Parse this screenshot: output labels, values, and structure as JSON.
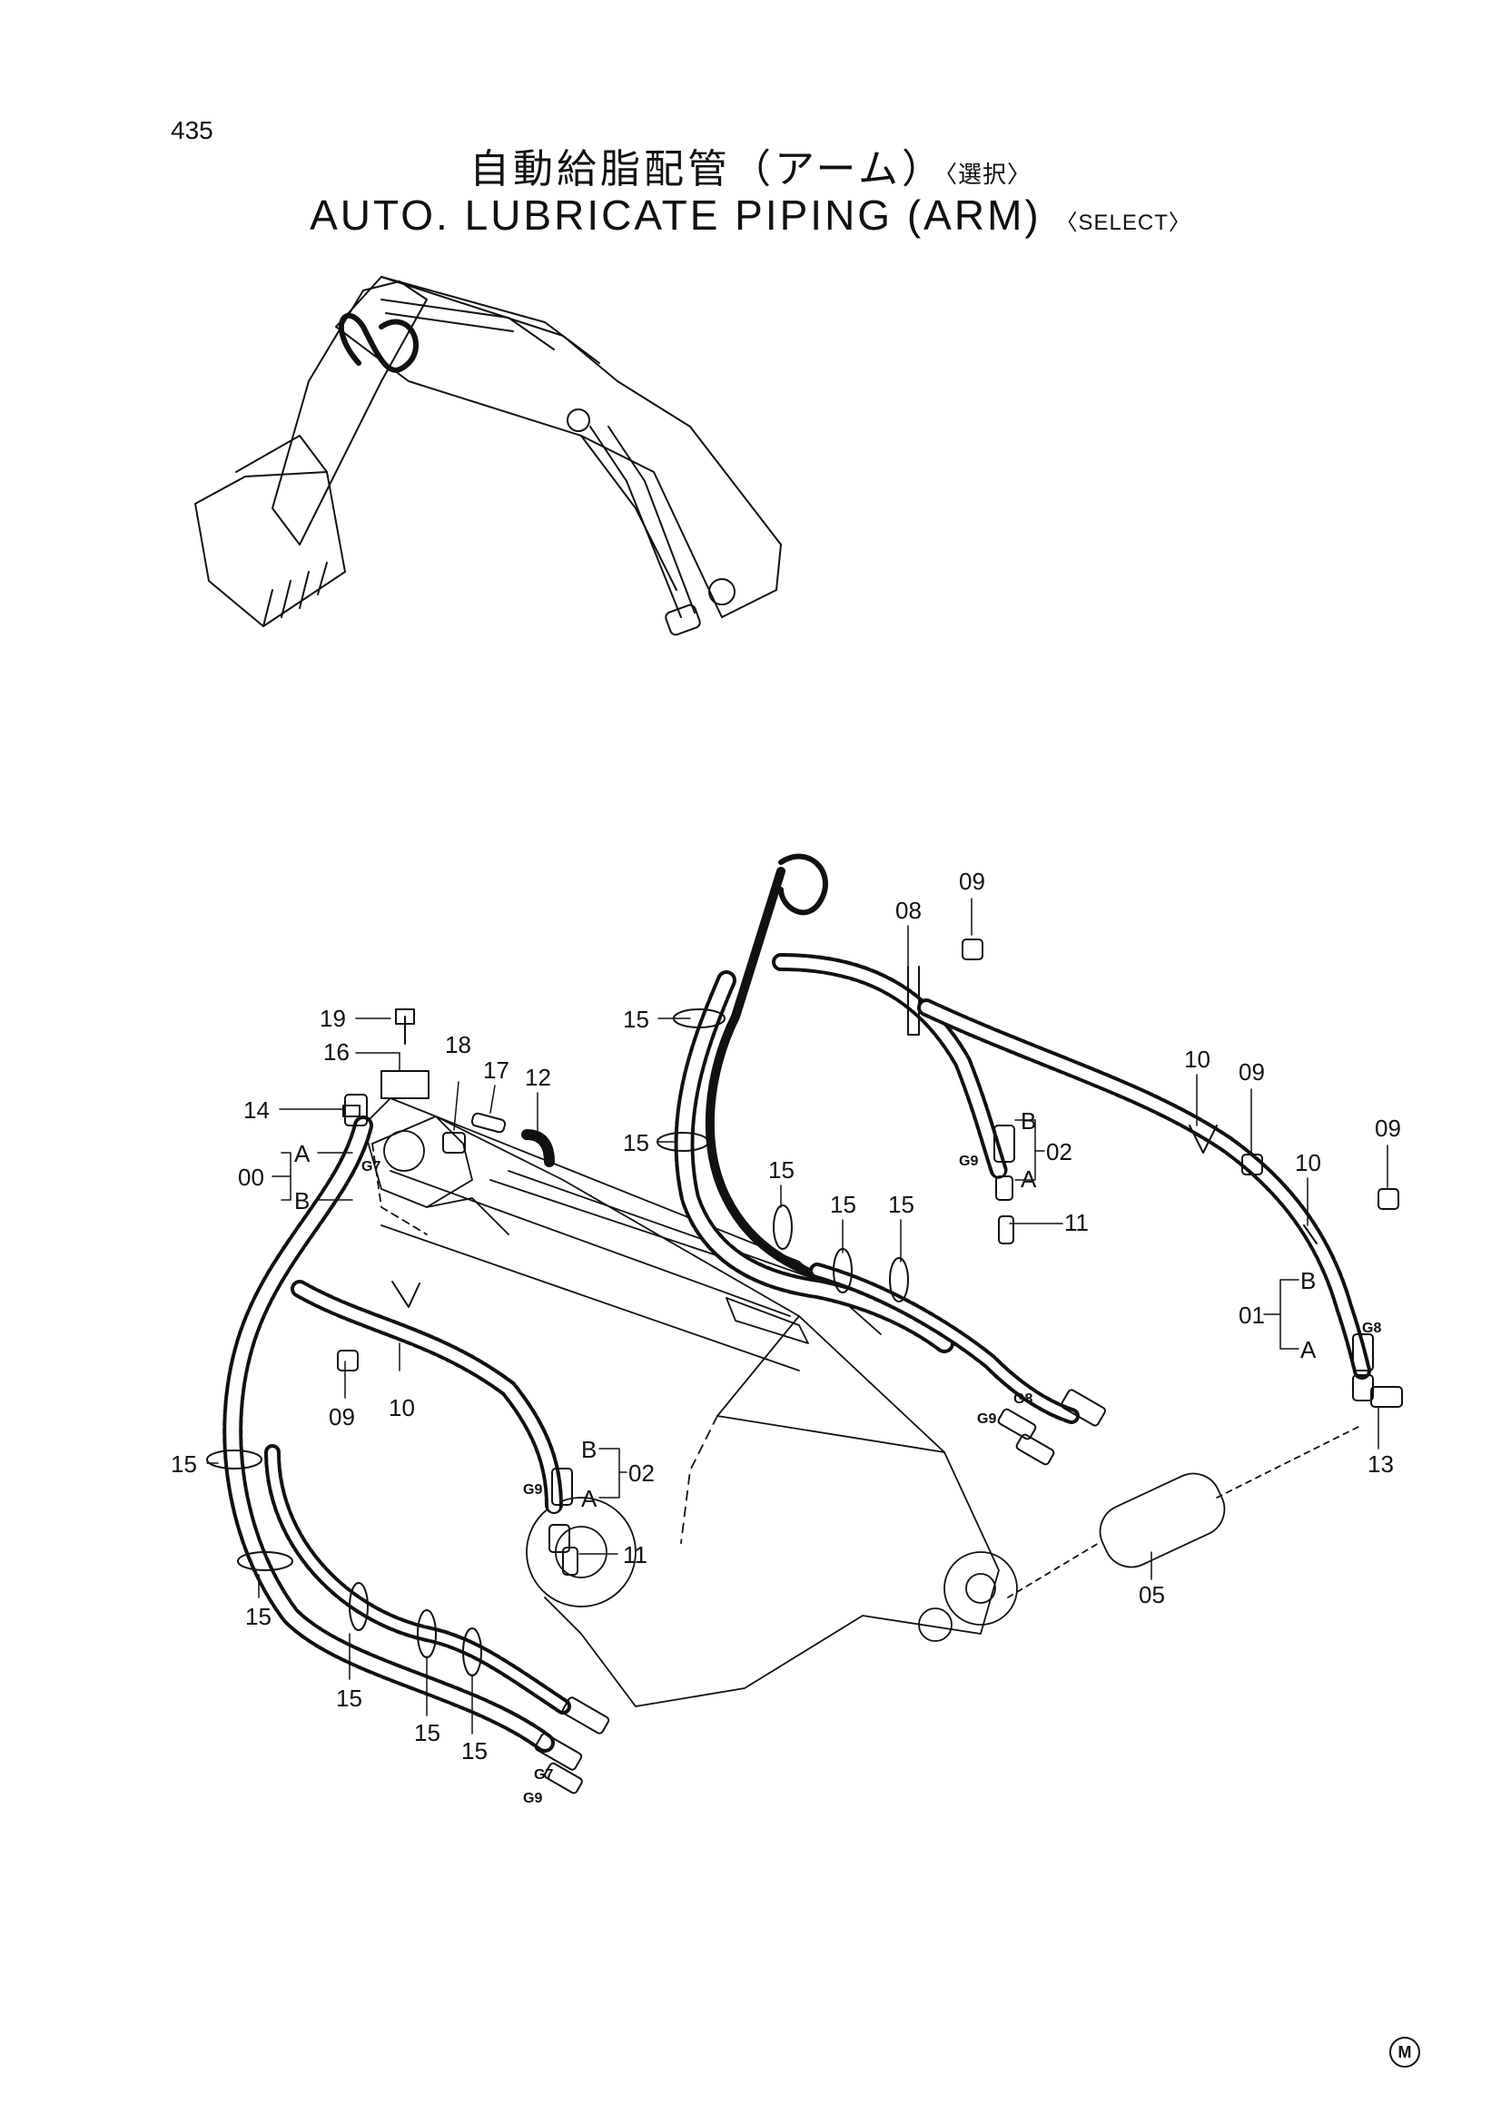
{
  "page_number": "435",
  "title_jp": {
    "main": "自動給脂配管（アーム）",
    "select": "〈選択〉"
  },
  "title_en": {
    "main": "AUTO. LUBRICATE PIPING (ARM)",
    "select": "〈SELECT〉"
  },
  "callouts": {
    "c19": "19",
    "c16": "16",
    "c18": "18",
    "c17": "17",
    "c12": "12",
    "c14": "14",
    "c00": "00",
    "c00a": "A",
    "c00b": "B",
    "g7a": "G7",
    "c09a": "09",
    "c10a": "10",
    "c02a": "02",
    "c02aB": "B",
    "c02aA": "A",
    "g9a": "G9",
    "c11a": "11",
    "c15a": "15",
    "c15b": "15",
    "c15c": "15",
    "c15d": "15",
    "c15e": "15",
    "g7b": "G7",
    "g9b": "G9",
    "c15f": "15",
    "c15g": "15",
    "c15h": "15",
    "c15i": "15",
    "c15j": "15",
    "c08": "08",
    "c09b": "09",
    "c09c": "09",
    "c09d": "09",
    "c10b": "10",
    "c10c": "10",
    "c02b": "02",
    "c02bB": "B",
    "c02bA": "A",
    "g9c": "G9",
    "c11b": "11",
    "g8a": "G8",
    "g9d": "G9",
    "c01": "01",
    "c01B": "B",
    "c01A": "A",
    "g8b": "G8",
    "c13": "13",
    "c05": "05"
  },
  "corner_mark": "M"
}
